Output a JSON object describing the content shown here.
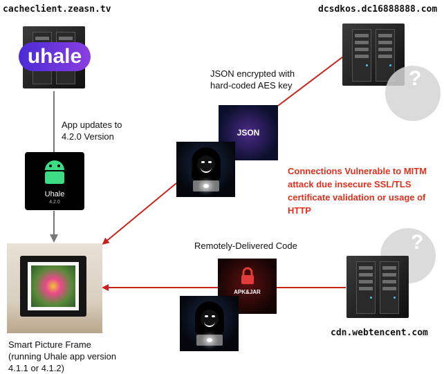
{
  "hosts": {
    "top_left": "cacheclient.zeasn.tv",
    "top_right": "dcsdkos.dc16888888.com",
    "bottom_right": "cdn.webtencent.com"
  },
  "labels": {
    "app_updates": "App updates to 4.2.0 Version",
    "json_encrypted": "JSON encrypted with hard-coded AES key",
    "remote_code": "Remotely-Delivered Code",
    "warning": "Connections Vulnerable to MITM attack due insecure SSL/TLS certificate validation or usage of HTTP",
    "device": "Smart Picture Frame (running Uhale app version 4.1.1 or 4.1.2)"
  },
  "tiles": {
    "uhale_logo": "uhale",
    "app_name": "Uhale",
    "app_version": "4.2.0",
    "json_tag": "JSON",
    "apk_tag": "APK&JAR",
    "question": "?"
  },
  "colors": {
    "arrow_red": "#c9201a",
    "arrow_gray": "#777777",
    "warning_text": "#e0301e",
    "uhale_purple": "#6a35d8"
  },
  "icons": [
    "server-icon",
    "android-icon",
    "hacker-icon",
    "json-icon",
    "apk-lock-icon",
    "question-mark-icon",
    "picture-frame-icon",
    "flower-icon"
  ]
}
